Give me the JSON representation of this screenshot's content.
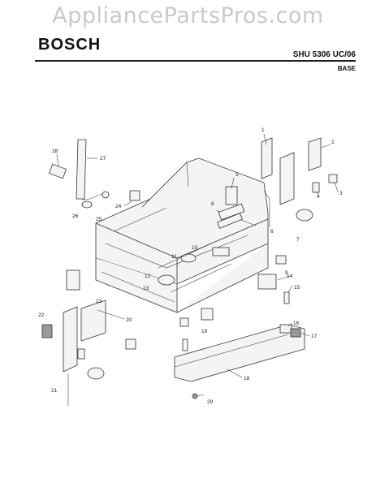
{
  "watermark": "AppliancePartsPros.com",
  "header": {
    "brand": "BOSCH",
    "model": "SHU 5306 UC/06",
    "section": "BASE"
  },
  "callouts": [
    "1",
    "2",
    "3",
    "4",
    "5",
    "6",
    "7",
    "8",
    "9",
    "10",
    "11",
    "12",
    "13",
    "14",
    "15",
    "16",
    "17",
    "18",
    "19",
    "20",
    "21",
    "22",
    "23",
    "24",
    "25",
    "26",
    "27",
    "28",
    "29"
  ]
}
